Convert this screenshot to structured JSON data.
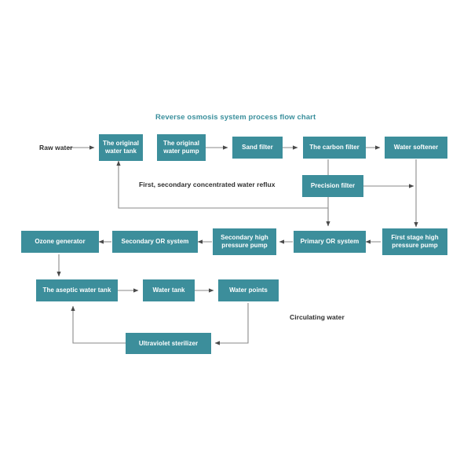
{
  "diagram": {
    "title": "Reverse osmosis system process flow chart",
    "accent_color": "#3c8e9b",
    "title_color": "#3a8f9c",
    "line_color": "#7a7a7a",
    "label_color": "#2e2e2e",
    "background_color": "#ffffff"
  },
  "labels": {
    "raw_water": "Raw water",
    "reflux": "First, secondary concentrated water reflux",
    "circulating_water": "Circulating water"
  },
  "nodes": [
    {
      "id": "original_water_tank",
      "label": "The original\nwater tank"
    },
    {
      "id": "original_water_pump",
      "label": "The original\nwater pump"
    },
    {
      "id": "sand_filter",
      "label": "Sand filter"
    },
    {
      "id": "carbon_filter",
      "label": "The carbon filter"
    },
    {
      "id": "water_softener",
      "label": "Water softener"
    },
    {
      "id": "precision_filter",
      "label": "Precision filter"
    },
    {
      "id": "first_stage_high_pressure_pump",
      "label": "First stage high\npressure pump"
    },
    {
      "id": "primary_or_system",
      "label": "Primary OR system"
    },
    {
      "id": "secondary_high_pressure_pump",
      "label": "Secondary high\npressure pump"
    },
    {
      "id": "secondary_or_system",
      "label": "Secondary OR system"
    },
    {
      "id": "ozone_generator",
      "label": "Ozone generator"
    },
    {
      "id": "aseptic_water_tank",
      "label": "The aseptic water tank"
    },
    {
      "id": "water_tank",
      "label": "Water tank"
    },
    {
      "id": "water_points",
      "label": "Water points"
    },
    {
      "id": "ultraviolet_sterilizer",
      "label": "Ultraviolet sterilizer"
    }
  ]
}
